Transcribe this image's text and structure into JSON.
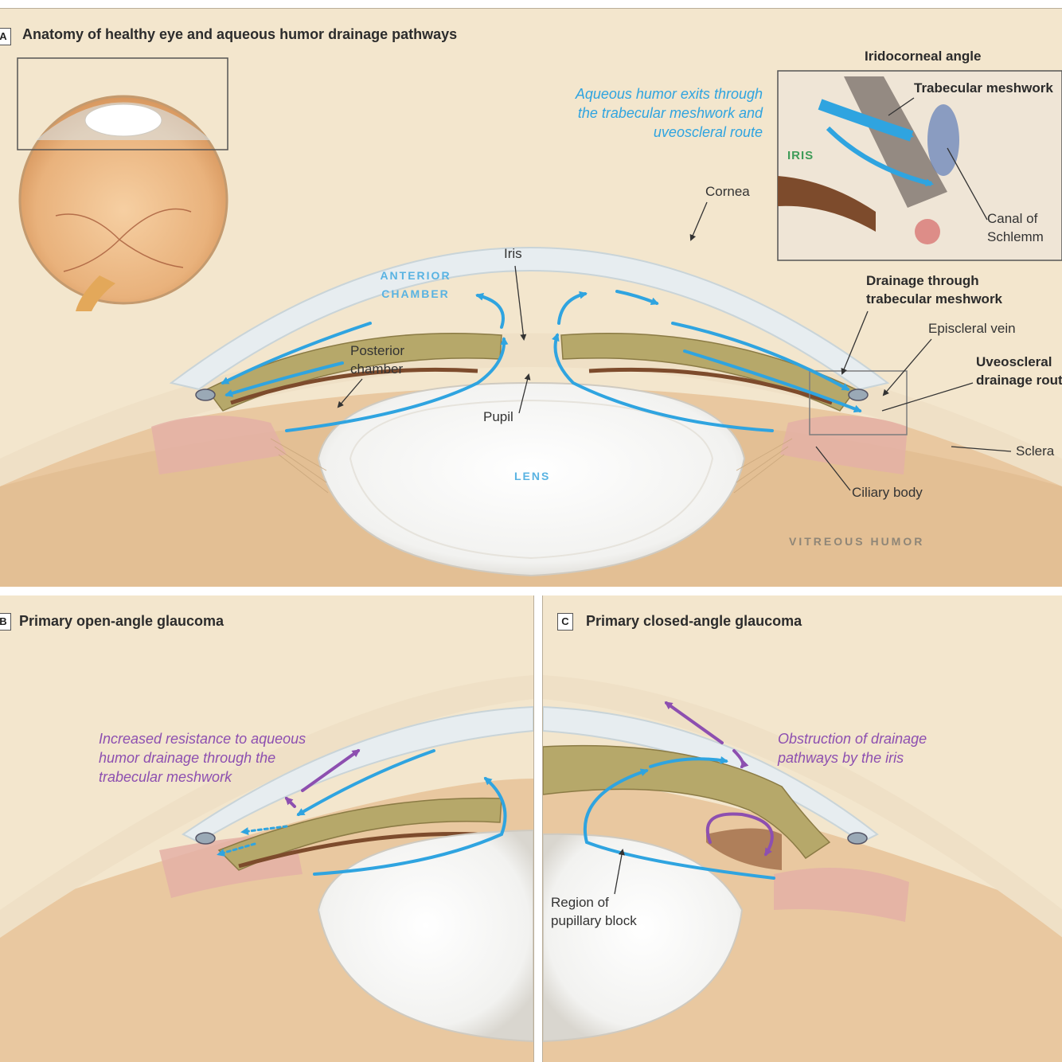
{
  "panel_a": {
    "letter": "A",
    "title": "Anatomy of healthy eye and aqueous humor drainage pathways",
    "inset_title": "Iridocorneal angle",
    "labels": {
      "trabecular_meshwork": "Trabecular meshwork",
      "inset_iris": "IRIS",
      "canal_of_schlemm": "Canal of Schlemm",
      "aqueous_exit": "Aqueous humor exits through the trabecular meshwork and uveoscleral route",
      "cornea": "Cornea",
      "iris": "Iris",
      "anterior_chamber": "ANTERIOR CHAMBER",
      "posterior_chamber": "Posterior chamber",
      "pupil": "Pupil",
      "lens": "LENS",
      "drainage_trabecular": "Drainage through trabecular meshwork",
      "episcleral_vein": "Episcleral vein",
      "uveoscleral": "Uveoscleral drainage rout",
      "sclera": "Sclera",
      "ciliary_body": "Ciliary body",
      "vitreous_humor": "VITREOUS HUMOR"
    }
  },
  "panel_b": {
    "letter": "B",
    "title": "Primary open-angle glaucoma",
    "annotation": "Increased resistance to aqueous humor drainage through the trabecular meshwork"
  },
  "panel_c": {
    "letter": "C",
    "title": "Primary closed-angle glaucoma",
    "annotation": "Obstruction of drainage pathways by the iris",
    "pupillary_block": "Region of pupillary block"
  },
  "colors": {
    "flow_arrow": "#2fa4e0",
    "pathology_arrow": "#8d4fb0",
    "background": "#f3e6cd"
  }
}
